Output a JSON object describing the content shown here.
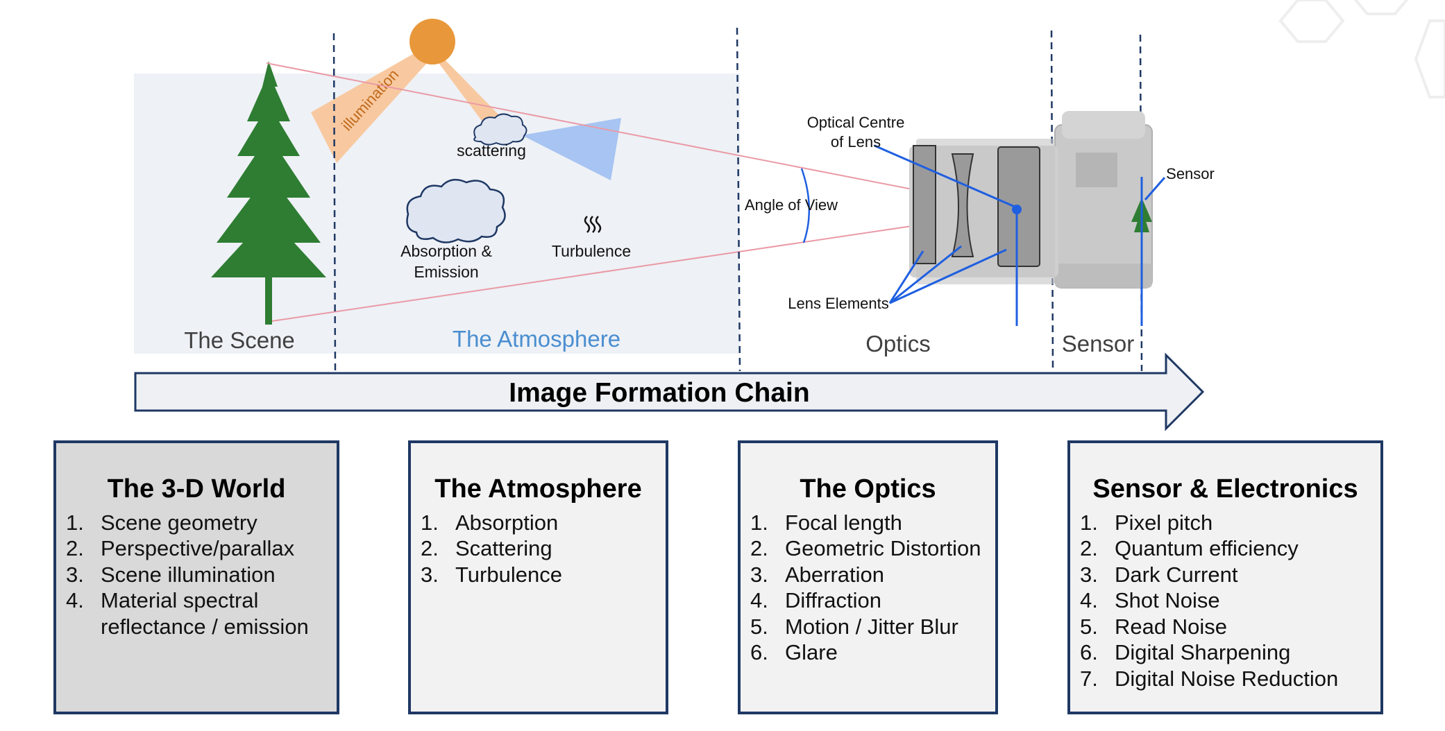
{
  "top_labels": {
    "illumination": "illumination",
    "scattering": "scattering",
    "absorption_line1": "Absorption &",
    "absorption_line2": "Emission",
    "turbulence": "Turbulence",
    "scene": "The Scene",
    "atmosphere": "The Atmosphere",
    "optics": "Optics",
    "sensor": "Sensor",
    "optical_centre_line1": "Optical Centre",
    "optical_centre_line2": "of Lens",
    "angle_of_view": "Angle of View",
    "lens_elements": "Lens Elements",
    "sensor_callout": "Sensor"
  },
  "chain_title": "Image Formation Chain",
  "boxes": [
    {
      "title": "The 3-D World",
      "items": [
        {
          "num": "1.",
          "text": "Scene geometry"
        },
        {
          "num": "2.",
          "text": "Perspective/parallax"
        },
        {
          "num": "3.",
          "text": "Scene illumination"
        },
        {
          "num": "4.",
          "text": "Material spectral reflectance / emission"
        }
      ]
    },
    {
      "title": "The Atmosphere",
      "items": [
        {
          "num": "1.",
          "text": "Absorption"
        },
        {
          "num": "2.",
          "text": "Scattering"
        },
        {
          "num": "3.",
          "text": "Turbulence"
        }
      ]
    },
    {
      "title": "The Optics",
      "items": [
        {
          "num": "1.",
          "text": "Focal length"
        },
        {
          "num": "2.",
          "text": "Geometric Distortion"
        },
        {
          "num": "3.",
          "text": "Aberration"
        },
        {
          "num": "4.",
          "text": "Diffraction"
        },
        {
          "num": "5.",
          "text": "Motion / Jitter Blur"
        },
        {
          "num": "6.",
          "text": "Glare"
        }
      ]
    },
    {
      "title": "Sensor & Electronics",
      "items": [
        {
          "num": "1.",
          "text": "Pixel pitch"
        },
        {
          "num": "2.",
          "text": "Quantum efficiency"
        },
        {
          "num": "3.",
          "text": "Dark Current"
        },
        {
          "num": "4.",
          "text": "Shot Noise"
        },
        {
          "num": "5.",
          "text": "Read Noise"
        },
        {
          "num": "6.",
          "text": "Digital Sharpening"
        },
        {
          "num": "7.",
          "text": "Digital Noise Reduction"
        }
      ]
    }
  ],
  "colors": {
    "navy": "#1f3864",
    "tree": "#2e7d32",
    "sun": "#e8973a",
    "illumination_beam": "#f8c9a0",
    "scatter_beam": "#a7c4f2",
    "ray": "#ea9aa6",
    "lens_callout": "#1f5fe0",
    "atmosphere_label": "#4a8ed0"
  }
}
